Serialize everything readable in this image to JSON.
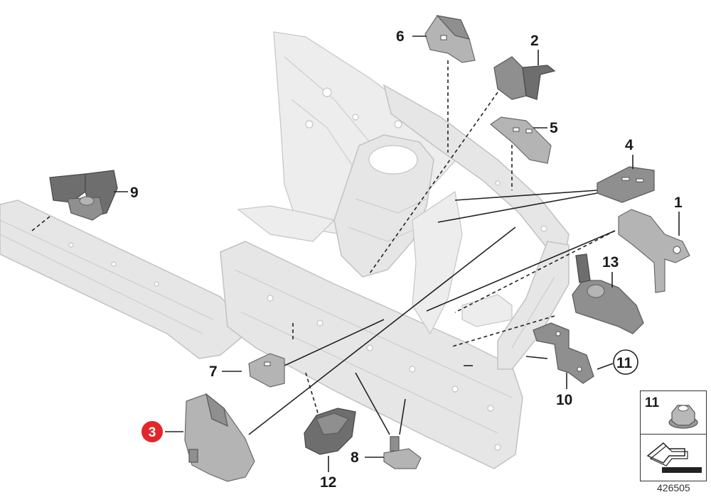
{
  "callouts": {
    "p1": "1",
    "p2": "2",
    "p3": "3",
    "p4": "4",
    "p5": "5",
    "p6": "6",
    "p7": "7",
    "p8": "8",
    "p9": "9",
    "p10": "10",
    "p11": "11",
    "p12": "12",
    "p13": "13"
  },
  "legend": {
    "number": "11"
  },
  "diagram_code": "426505",
  "colors": {
    "highlight": "#e3262b",
    "frame": "#e6e6e6",
    "part": "#8f8f8f"
  }
}
